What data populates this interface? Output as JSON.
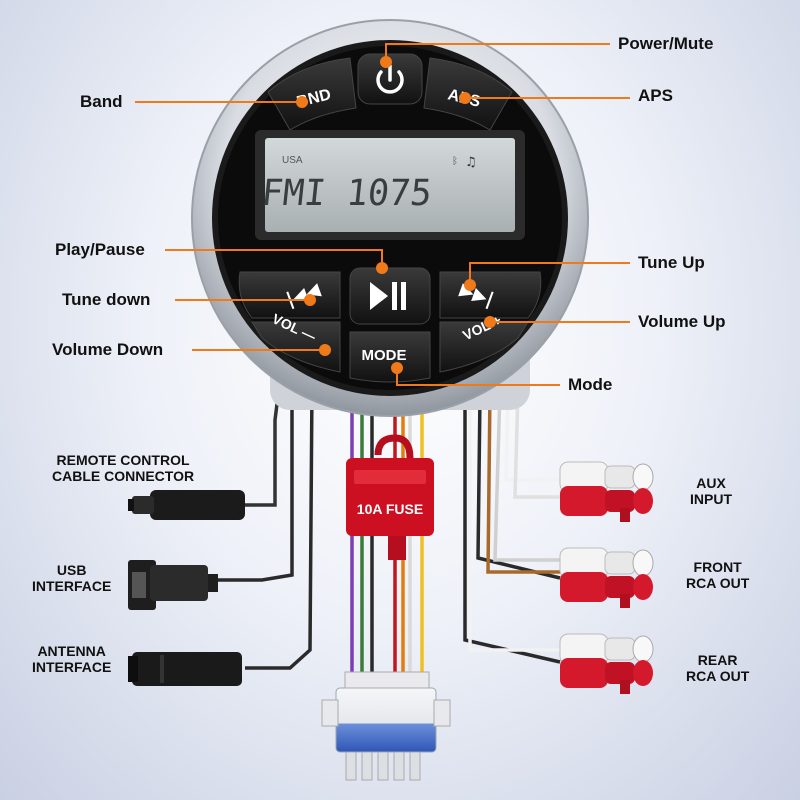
{
  "device": {
    "buttons": {
      "band": "BND",
      "aps": "APS",
      "mode": "MODE",
      "vol_down": "VOL —",
      "vol_up": "VOL +"
    },
    "lcd": {
      "region": "USA",
      "readout": "FMI 1075"
    },
    "fuse": "10A FUSE"
  },
  "callouts": {
    "power_mute": "Power/Mute",
    "band": "Band",
    "aps": "APS",
    "play_pause": "Play/Pause",
    "tune_up": "Tune Up",
    "tune_down": "Tune down",
    "volume_up": "Volume Up",
    "volume_down": "Volume Down",
    "mode": "Mode"
  },
  "connectors": {
    "remote": [
      "REMOTE CONTROL",
      "CABLE CONNECTOR"
    ],
    "usb": [
      "USB",
      "INTERFACE"
    ],
    "antenna": [
      "ANTENNA",
      "INTERFACE"
    ],
    "aux": [
      "AUX",
      "INPUT"
    ],
    "front": [
      "FRONT",
      "RCA OUT"
    ],
    "rear": [
      "REAR",
      "RCA OUT"
    ]
  },
  "colors": {
    "accent_orange": "#f07a1a",
    "rca_red": "#d4192c",
    "rca_white": "#f2f2f2",
    "fuse_red": "#cc1022",
    "bezel": "#c8ccd3",
    "lcd": "#b8bec0"
  }
}
